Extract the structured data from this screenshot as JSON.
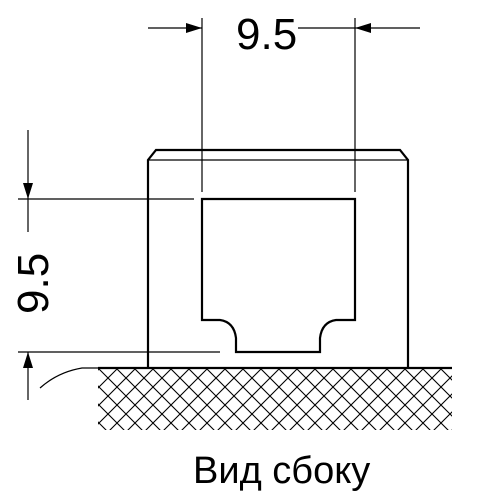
{
  "dimensions": {
    "width_label": "9.5",
    "height_label": "9.5"
  },
  "caption": "Вид сбоку",
  "colors": {
    "line": "#000000",
    "background": "#ffffff"
  }
}
